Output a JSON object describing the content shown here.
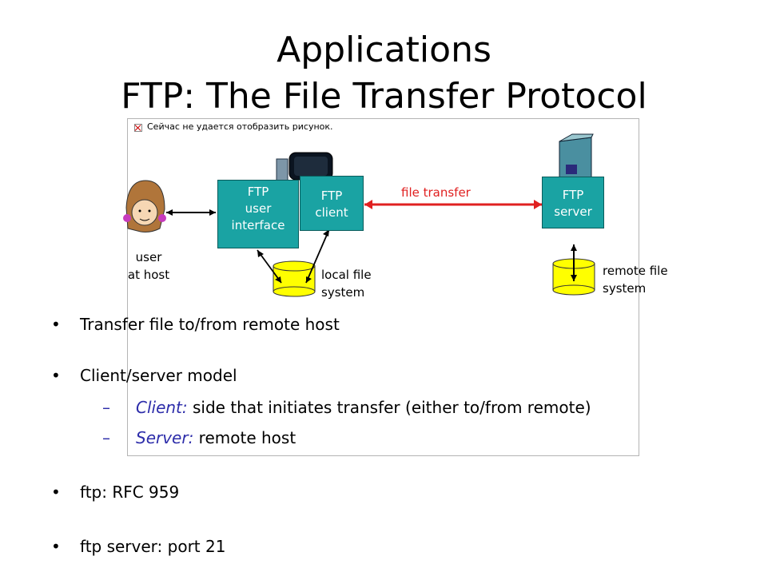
{
  "slide": {
    "title_line1": "Applications",
    "title_line2": "FTP: The File Transfer Protocol"
  },
  "broken_image": {
    "message": "Сейчас не удается отобразить рисунок."
  },
  "diagram": {
    "user_ui_box": "FTP\nuser\ninterface",
    "client_box": "FTP\nclient",
    "server_box": "FTP\nserver",
    "file_transfer_label": "file transfer",
    "user_label": "user\nat host",
    "local_fs_label": "local file\nsystem",
    "remote_fs_label": "remote file\nsystem",
    "colors": {
      "box": "#1aa3a3",
      "transfer": "#e02020",
      "disk": "#ffff00"
    }
  },
  "bullets": {
    "item1": "Transfer file to/from remote host",
    "item2": "Client/server model",
    "sub1_label": "Client:",
    "sub1_text": " side that initiates transfer (either to/from remote)",
    "sub2_label": "Server:",
    "sub2_text": " remote host",
    "item3": "ftp: RFC 959",
    "item4": "ftp server: port 21",
    "bullet_char": "•",
    "dash_char": "–"
  }
}
